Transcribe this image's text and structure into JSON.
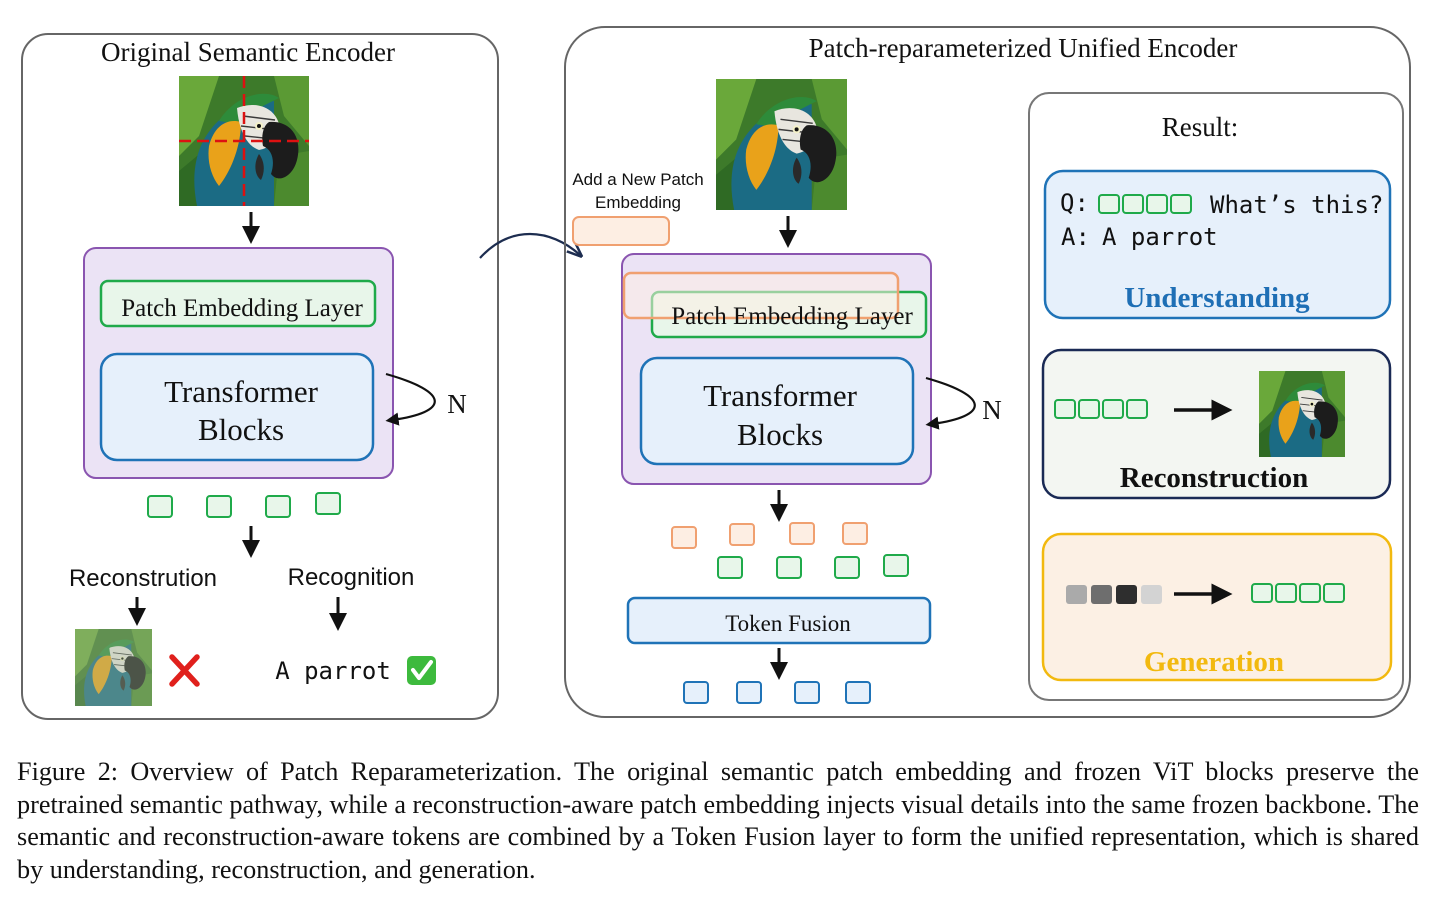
{
  "left_panel": {
    "title": "Original Semantic Encoder",
    "patch_embedding_label": "Patch Embedding Layer",
    "transformer_line1": "Transformer",
    "transformer_line2": "Blocks",
    "repeat_label": "N",
    "reconstruction_label": "Reconstrution",
    "recognition_label": "Recognition",
    "recognition_result": "A parrot",
    "reconstruction_status_icon": "red-cross-icon",
    "recognition_status_icon": "green-check-icon"
  },
  "right_panel": {
    "title": "Patch-reparameterized Unified Encoder",
    "new_patch_line1": "Add a New Patch",
    "new_patch_line2": "Embedding",
    "patch_embedding_label": "Patch Embedding Layer",
    "transformer_line1": "Transformer",
    "transformer_line2": "Blocks",
    "repeat_label": "N",
    "token_fusion_label": "Token Fusion"
  },
  "result_panel": {
    "title": "Result:",
    "understanding": {
      "question_prefix": "Q:",
      "question_text": "What’s this?",
      "answer_prefix": "A:",
      "answer_text": "A parrot",
      "label": "Understanding"
    },
    "reconstruction": {
      "label": "Reconstruction"
    },
    "generation": {
      "label": "Generation"
    }
  },
  "colors": {
    "green_token": "#1faa4a",
    "orange_token": "#f0a070",
    "blue_token": "#1f73b7",
    "purple_box": "#8a55b0",
    "understanding_label": "#1f6fb5",
    "generation_label": "#f2b90f",
    "reconstruction_border": "#1a2a55"
  },
  "caption": "Figure 2: Overview of Patch Reparameterization. The original semantic patch embedding and frozen ViT blocks preserve the pretrained semantic pathway, while a reconstruction-aware patch embedding injects visual details into the same frozen backbone. The semantic and reconstruction-aware tokens are combined by a Token Fusion layer to form the unified representation, which is shared by understanding, reconstruction, and generation."
}
